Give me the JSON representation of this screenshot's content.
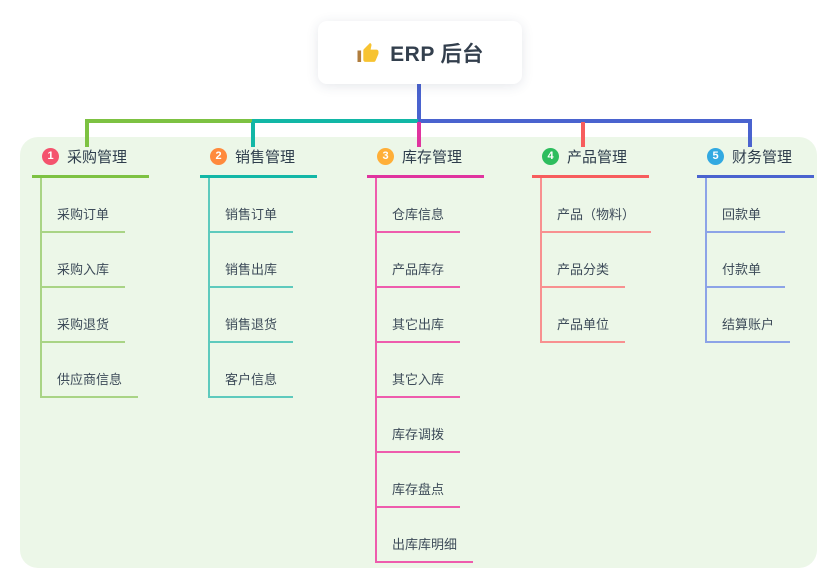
{
  "root": {
    "label": "ERP 后台",
    "icon": "thumbs-up-icon"
  },
  "connector": {
    "root_line_color": "#4a63cf"
  },
  "colors": {
    "panel_background": "#ecf7e8",
    "card_background": "#ffffff",
    "root_text": "#333f4d",
    "thumb_yellow": "#f7c331",
    "thumb_cuff": "#b07d3e"
  },
  "branches": [
    {
      "number": "1",
      "label": "采购管理",
      "badge_color": "#f4536e",
      "line_color": "#7dc242",
      "child_line_color": "#a9d485",
      "children": [
        "采购订单",
        "采购入库",
        "采购退货",
        "供应商信息"
      ]
    },
    {
      "number": "2",
      "label": "销售管理",
      "badge_color": "#ff8a3d",
      "line_color": "#12b7a6",
      "child_line_color": "#5ecabd",
      "children": [
        "销售订单",
        "销售出库",
        "销售退货",
        "客户信息"
      ]
    },
    {
      "number": "3",
      "label": "库存管理",
      "badge_color": "#ffaf38",
      "line_color": "#e0349f",
      "child_line_color": "#ee5cad",
      "children": [
        "仓库信息",
        "产品库存",
        "其它出库",
        "其它入库",
        "库存调拨",
        "库存盘点",
        "出库库明细"
      ]
    },
    {
      "number": "4",
      "label": "产品管理",
      "badge_color": "#2dbd5e",
      "line_color": "#f75d5d",
      "child_line_color": "#f89090",
      "children": [
        "产品（物料）",
        "产品分类",
        "产品单位"
      ]
    },
    {
      "number": "5",
      "label": "财务管理",
      "badge_color": "#32a9e1",
      "line_color": "#4a63cf",
      "child_line_color": "#8ca3e7",
      "children": [
        "回款单",
        "付款单",
        "结算账户"
      ]
    }
  ]
}
